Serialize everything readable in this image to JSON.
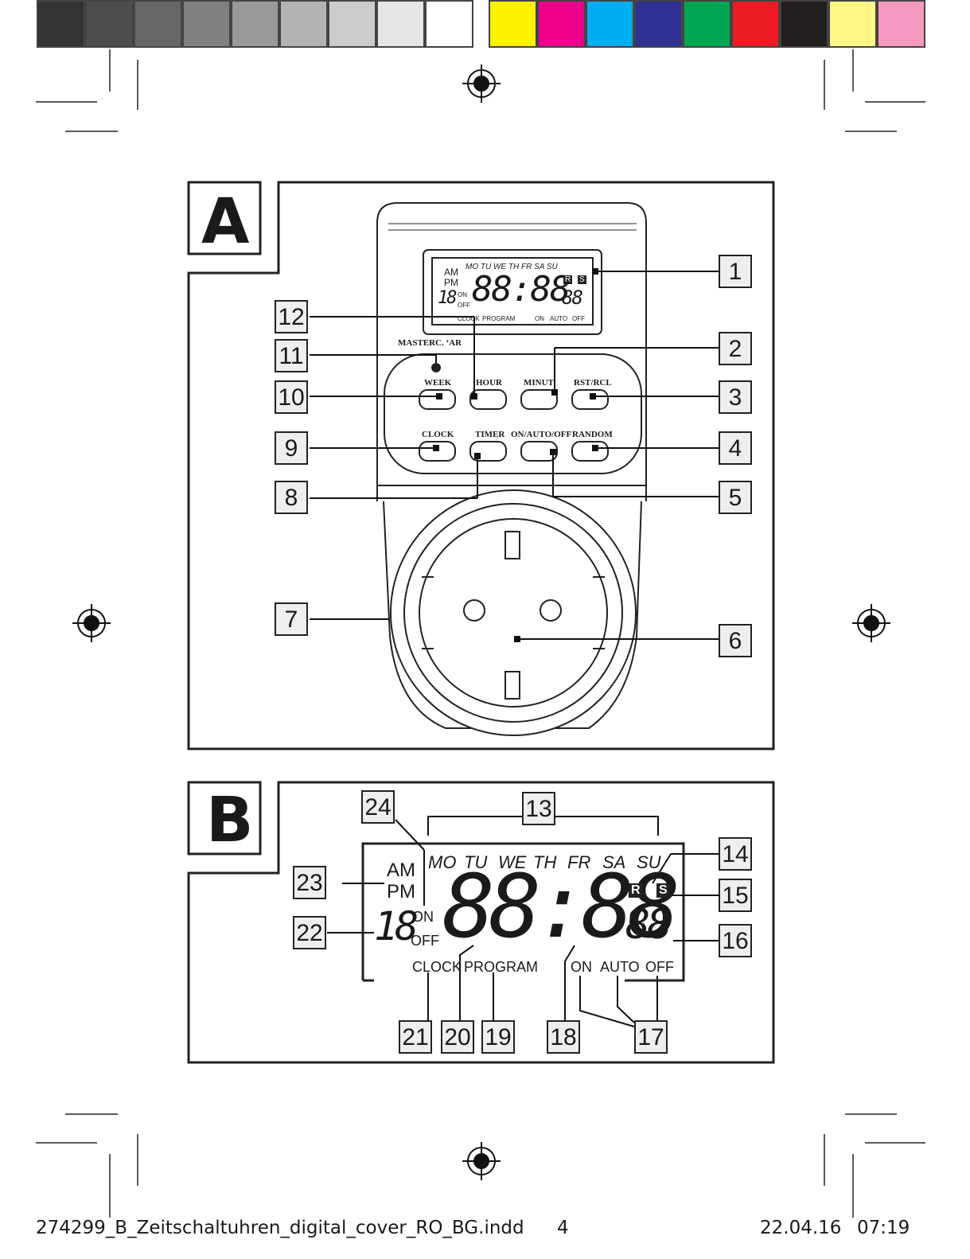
{
  "color_bar": {
    "grays": [
      "#333333",
      "#4d4d4d",
      "#666666",
      "#808080",
      "#999999",
      "#b3b3b3",
      "#cccccc",
      "#e6e6e6",
      "#ffffff"
    ],
    "colors": [
      "#fff200",
      "#ec008c",
      "#00aeef",
      "#2e3192",
      "#00a651",
      "#ed1c24",
      "#231f20",
      "#fff685",
      "#f49ac1"
    ]
  },
  "panel_a": {
    "letter": "A",
    "brand": "MASTERC. ‘AR",
    "buttons": {
      "week": "WEEK",
      "hour": "HOUR",
      "minute": "MINUT'",
      "rst_rcl": "RST/RCL",
      "clock": "CLOCK",
      "timer": "TIMER",
      "on_auto_off": "ON/AUTO/OFF",
      "random": "RANDOM"
    },
    "lcd": {
      "days": "MO TU WE TH FR SA SU",
      "am": "AM",
      "pm": "PM",
      "digits": "88:88",
      "small_digits": "88",
      "prog_digits": "18",
      "on": "ON",
      "off": "OFF",
      "r": "R",
      "s": "S",
      "bottom": [
        "CLOCK",
        "PROGRAM",
        "ON",
        "AUTO",
        "OFF"
      ]
    },
    "callouts": [
      "1",
      "2",
      "3",
      "4",
      "5",
      "6",
      "7",
      "8",
      "9",
      "10",
      "11",
      "12"
    ]
  },
  "panel_b": {
    "letter": "B",
    "lcd": {
      "days": [
        "MO",
        "TU",
        "WE",
        "TH",
        "FR",
        "SA",
        "SU"
      ],
      "am": "AM",
      "pm": "PM",
      "digits": "88:88",
      "small_digits": "88",
      "prog_digits": "18",
      "on": "ON",
      "off": "OFF",
      "r": "R",
      "s": "S",
      "clock": "CLOCK",
      "program": "PROGRAM",
      "on2": "ON",
      "auto": "AUTO",
      "off2": "OFF"
    },
    "callouts": [
      "13",
      "14",
      "15",
      "16",
      "17",
      "18",
      "19",
      "20",
      "21",
      "22",
      "23",
      "24"
    ]
  },
  "footer": {
    "filename": "274299_B_Zeitschaltuhren_digital_cover_RO_BG.indd",
    "page": "4",
    "date": "22.04.16",
    "time": "07:19"
  }
}
